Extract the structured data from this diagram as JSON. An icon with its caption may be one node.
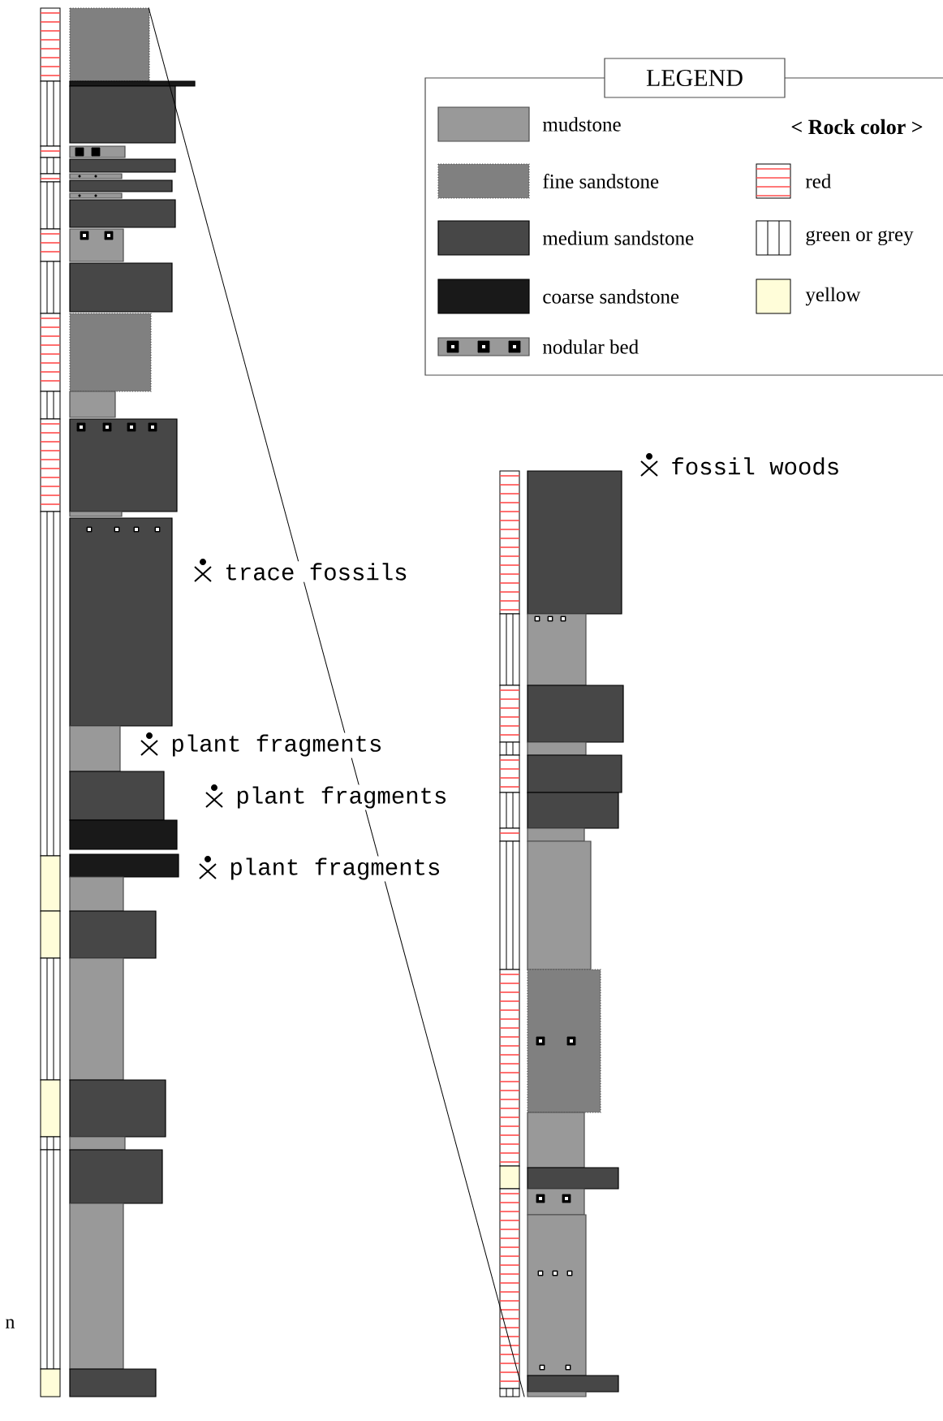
{
  "diagram": {
    "nodes": [
      {
        "text": [],
        "shape": "bar"
      },
      {
        "text": [],
        "shape": "bar"
      }
    ],
    "edges": [
      {
        "from": 0,
        "to": 1,
        "arrow": "none"
      }
    ],
    "labels": [
      "LEGEND",
      "< Rock color >",
      "fossil woods",
      "trace fossils",
      "plant fragments",
      "plant fragments",
      "plant fragments",
      "n"
    ],
    "legend": [
      {
        "text": "mudstone",
        "color": "#999999"
      },
      {
        "text": "fine sandstone"
      },
      {
        "text": "medium sandstone"
      },
      {
        "text": "coarse sandstone"
      },
      {
        "text": "nodular bed"
      },
      {
        "text": "red"
      },
      {
        "text": "green or grey"
      },
      {
        "text": "yellow"
      }
    ]
  }
}
